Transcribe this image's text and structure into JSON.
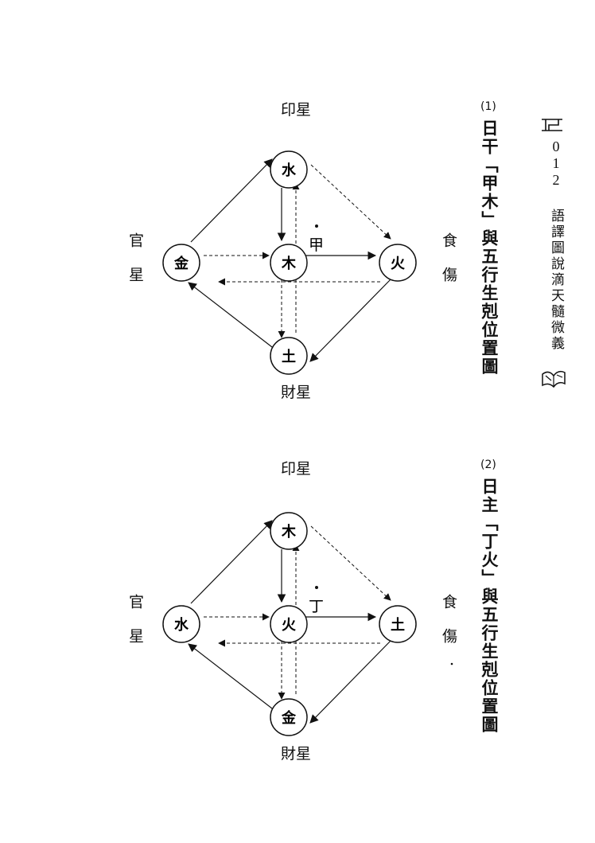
{
  "header": {
    "page_number": "012",
    "book_title": "語譯圖說滴天髓微義"
  },
  "diagrams": [
    {
      "number": "(1)",
      "title": "日干「甲木」與五行生剋位置圖",
      "nodes": {
        "top": "水",
        "left": "金",
        "center": "木",
        "right": "火",
        "bottom": "土"
      },
      "center_label": "甲",
      "labels": {
        "top": "印星",
        "left": "官星",
        "right": "食傷",
        "bottom": "財星"
      }
    },
    {
      "number": "(2)",
      "title": "日主「丁火」與五行生剋位置圖",
      "nodes": {
        "top": "木",
        "left": "水",
        "center": "火",
        "right": "土",
        "bottom": "金"
      },
      "center_label": "丁",
      "labels": {
        "top": "印星",
        "left": "官星",
        "right": "食傷",
        "bottom": "財星"
      }
    }
  ]
}
